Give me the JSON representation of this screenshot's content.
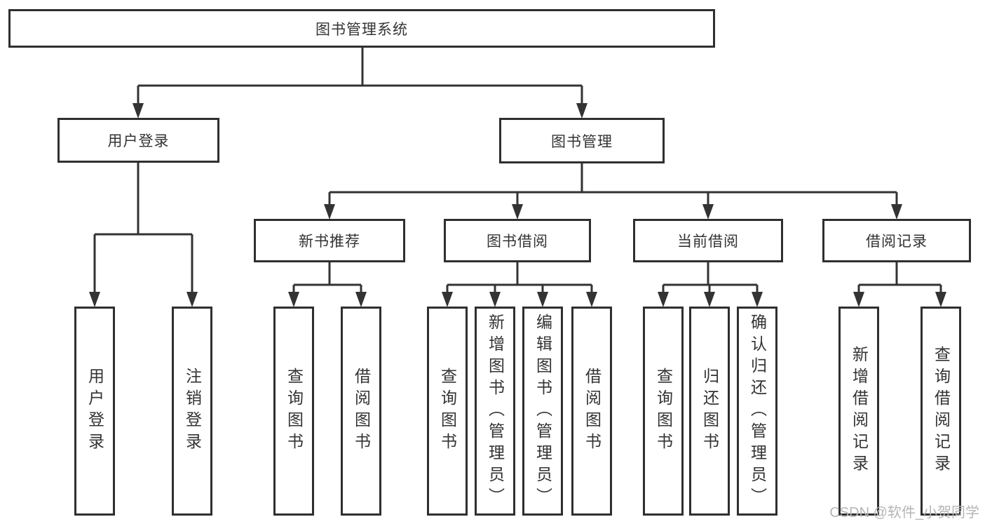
{
  "diagram": {
    "type": "tree",
    "colors": {
      "line": "#333333",
      "border": "#2f2f2f",
      "fill": "#ffffff",
      "text": "#333333"
    },
    "root": {
      "label": "图书管理系统"
    },
    "level2": [
      {
        "label": "用户登录",
        "children": [
          "用户登录",
          "注销登录"
        ]
      },
      {
        "label": "图书管理"
      }
    ],
    "level3": [
      {
        "label": "新书推荐",
        "children": [
          "查询图书",
          "借阅图书"
        ]
      },
      {
        "label": "图书借阅",
        "children": [
          "查询图书",
          "新增图书（管理员）",
          "编辑图书（管理员）",
          "借阅图书"
        ]
      },
      {
        "label": "当前借阅",
        "children": [
          "查询图书",
          "归还图书",
          "确认归还（管理员）"
        ]
      },
      {
        "label": "借阅记录",
        "children": [
          "新增借阅记录",
          "查询借阅记录"
        ]
      }
    ]
  },
  "watermark": {
    "text": "CSDN @软件_小贺同学",
    "color": "#b5b5b5"
  }
}
